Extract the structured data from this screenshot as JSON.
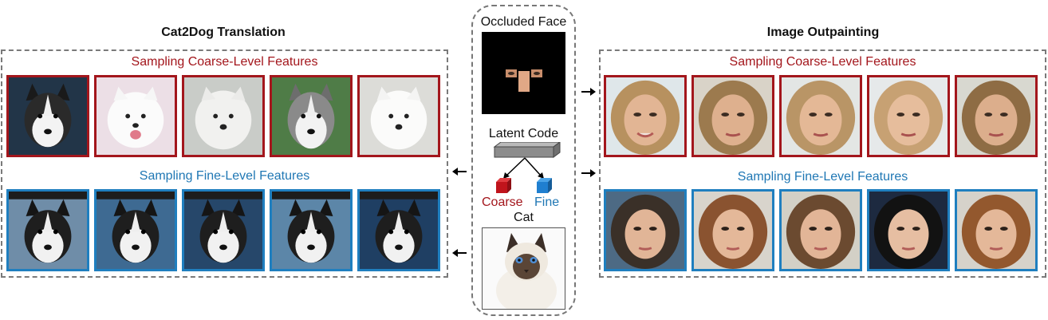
{
  "left": {
    "title": "Cat2Dog Translation",
    "coarse_label": "Sampling Coarse-Level Features",
    "fine_label": "Sampling Fine-Level Features",
    "coarse_images": [
      {
        "name": "husky-dark-image"
      },
      {
        "name": "samoyed-white-image-1"
      },
      {
        "name": "samoyed-white-image-2"
      },
      {
        "name": "husky-grey-image"
      },
      {
        "name": "samoyed-white-image-3"
      }
    ],
    "fine_images": [
      {
        "name": "husky-fine-image-1"
      },
      {
        "name": "husky-fine-image-2"
      },
      {
        "name": "husky-fine-image-3"
      },
      {
        "name": "husky-fine-image-4"
      },
      {
        "name": "husky-fine-image-5"
      }
    ]
  },
  "right": {
    "title": "Image Outpainting",
    "coarse_label": "Sampling Coarse-Level Features",
    "fine_label": "Sampling Fine-Level Features",
    "coarse_images": [
      {
        "name": "face-coarse-image-1"
      },
      {
        "name": "face-coarse-image-2"
      },
      {
        "name": "face-coarse-image-3"
      },
      {
        "name": "face-coarse-image-4"
      },
      {
        "name": "face-coarse-image-5"
      }
    ],
    "fine_images": [
      {
        "name": "face-fine-image-1"
      },
      {
        "name": "face-fine-image-2"
      },
      {
        "name": "face-fine-image-3"
      },
      {
        "name": "face-fine-image-4"
      },
      {
        "name": "face-fine-image-5"
      }
    ]
  },
  "center": {
    "occluded_label": "Occluded Face",
    "latent_label": "Latent Code",
    "coarse_label": "Coarse",
    "fine_label": "Fine",
    "cat_label": "Cat"
  },
  "colors": {
    "coarse": "#a3161c",
    "fine": "#1f7fbf",
    "dashed": "#7a7a7a"
  }
}
